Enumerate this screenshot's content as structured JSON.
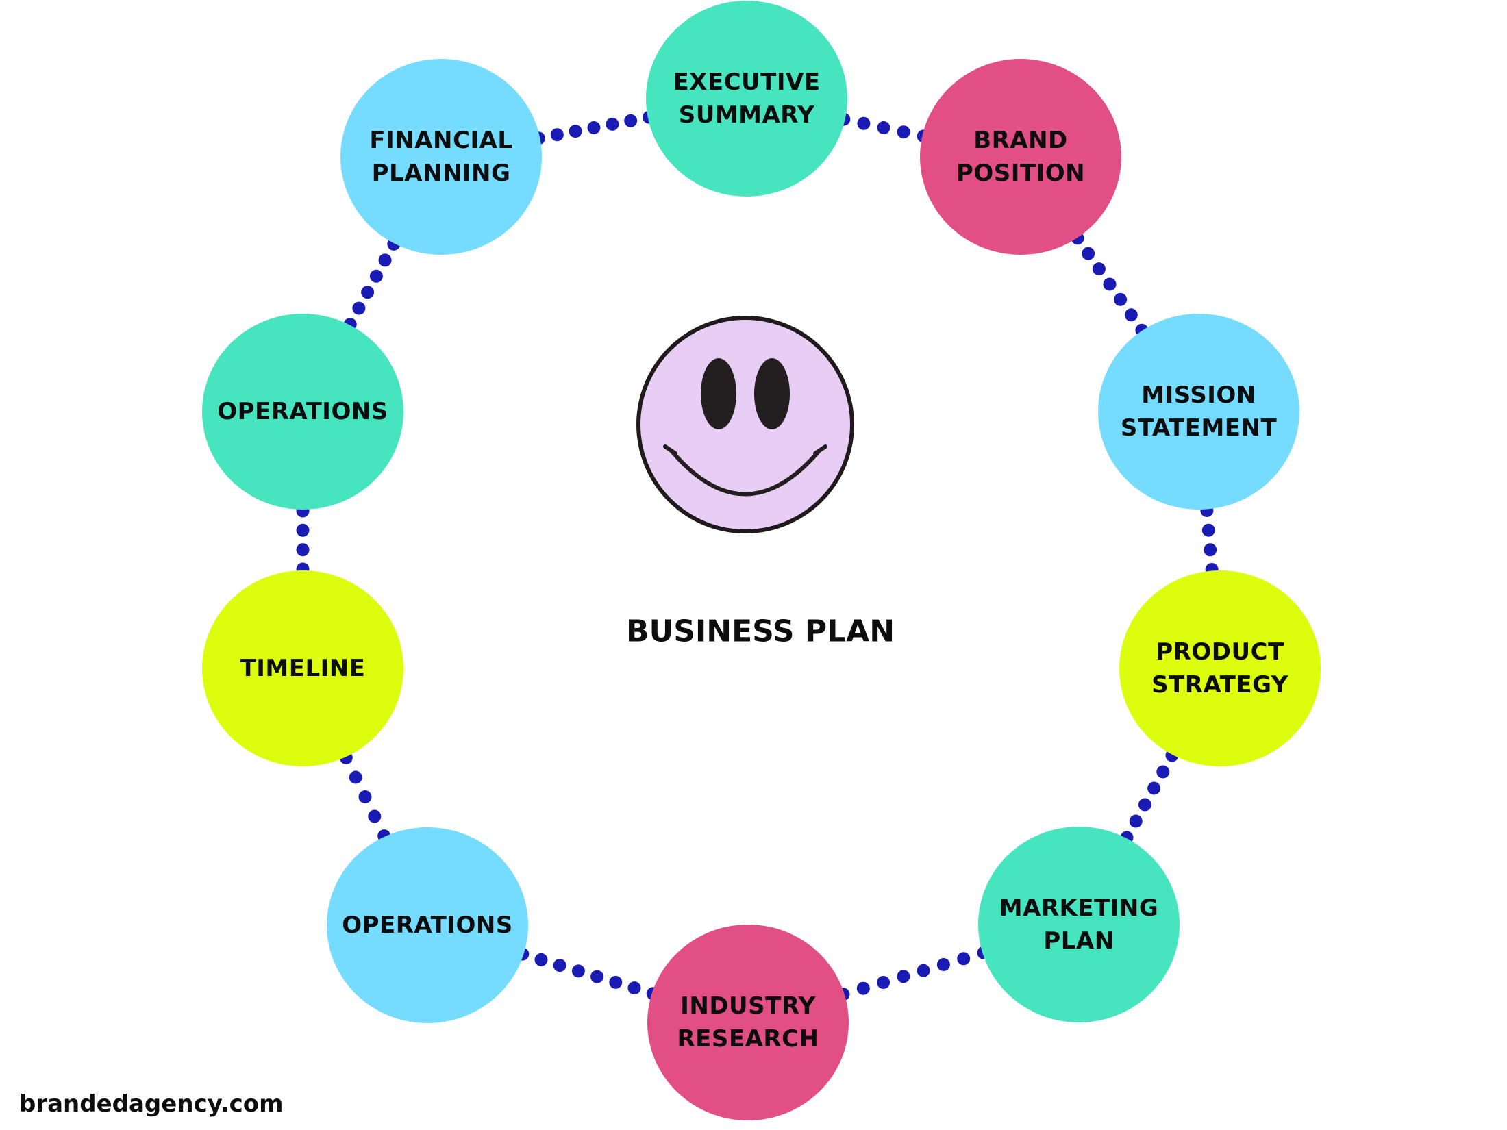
{
  "diagram": {
    "center_label": "BUSINESS PLAN",
    "footer_text": "brandedagency.com",
    "colors": {
      "teal": "#47e5bf",
      "pink": "#e14f85",
      "light_blue": "#75dbff",
      "lime": "#dcfd0e",
      "connector_dot": "#1a1ab4",
      "smiley_face": "#e8cdf5",
      "smiley_outline": "#1f1a1c"
    },
    "center_icon": "smiley-face-icon",
    "nodes": [
      {
        "id": "executive-summary",
        "label": "EXECUTIVE\nSUMMARY",
        "color": "#47e5bf"
      },
      {
        "id": "brand-position",
        "label": "BRAND\nPOSITION",
        "color": "#e14f85"
      },
      {
        "id": "mission-statement",
        "label": "MISSION\nSTATEMENT",
        "color": "#75dbff"
      },
      {
        "id": "product-strategy",
        "label": "PRODUCT\nSTRATEGY",
        "color": "#dcfd0e"
      },
      {
        "id": "marketing-plan",
        "label": "MARKETING\nPLAN",
        "color": "#47e5bf"
      },
      {
        "id": "industry-research",
        "label": "INDUSTRY\nRESEARCH",
        "color": "#e14f85"
      },
      {
        "id": "operations-bottom",
        "label": "OPERATIONS",
        "color": "#75dbff"
      },
      {
        "id": "timeline",
        "label": "TIMELINE",
        "color": "#dcfd0e"
      },
      {
        "id": "operations-left",
        "label": "OPERATIONS",
        "color": "#47e5bf"
      },
      {
        "id": "financial-planning",
        "label": "FINANCIAL\nPLANNING",
        "color": "#75dbff"
      }
    ]
  }
}
